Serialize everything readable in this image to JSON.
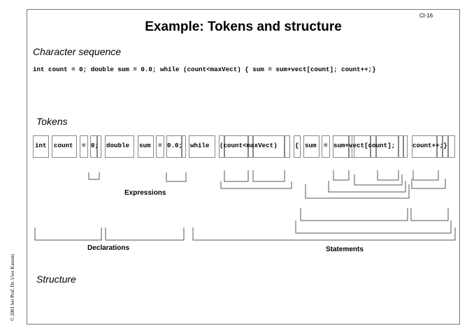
{
  "slide_id": "Cl-16",
  "title": "Example: Tokens and structure",
  "sections": {
    "character_sequence": "Character sequence",
    "tokens": "Tokens",
    "structure": "Structure"
  },
  "code_line": "int count = 0; double sum = 0.0; while (count<maxVect) { sum = sum+vect[count]; count++;}",
  "token_row": {
    "t1": "int",
    "t2": "count",
    "t3": "=",
    "t4": "0;",
    "t5": "double",
    "t6": "sum",
    "t7": "=",
    "t8": "0.0;",
    "t9": "while",
    "t10": "(count<maxVect)",
    "t11": "{",
    "t12": "sum",
    "t13": "=",
    "t14": "sum+vect[count];",
    "t15": "count++;}"
  },
  "labels": {
    "expressions": "Expressions",
    "declarations": "Declarations",
    "statements": "Statements"
  },
  "copyright": "© 2001 bei Prof. Dr. Uwe Kastens"
}
